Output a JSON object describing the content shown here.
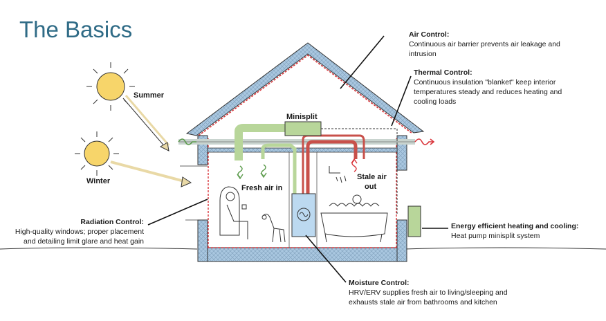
{
  "title": "The Basics",
  "labels": {
    "summer": "Summer",
    "winter": "Winter",
    "minisplit": "Minisplit",
    "fresh_air_in": "Fresh air in",
    "stale_air_out_1": "Stale air",
    "stale_air_out_2": "out"
  },
  "callouts": {
    "air": {
      "heading": "Air Control:",
      "body": "Continuous air barrier prevents air leakage and intrusion"
    },
    "thermal": {
      "heading": "Thermal Control:",
      "body": "Continuous insulation \"blanket\" keep interior temperatures steady and reduces heating and cooling loads"
    },
    "radiation": {
      "heading": "Radiation Control:",
      "body": "High-quality windows; proper placement and detailing limit glare and heat gain"
    },
    "energy": {
      "heading": "Energy efficient heating and cooling:",
      "body": "Heat pump minisplit system"
    },
    "moisture": {
      "heading": "Moisture Control:",
      "body": "HRV/ERV supplies fresh air to living/sleeping and exhausts stale air from bathrooms and kitchen"
    }
  },
  "colors": {
    "title": "#2f6b86",
    "insulation": "#a9c7e0",
    "air_barrier": "#d9343a",
    "duct_fresh": "#b8d69a",
    "duct_stale": "#c8504a",
    "duct_gray": "#c9d4cf",
    "sun": "#f7d56a",
    "erv": "#bcd9f0"
  }
}
